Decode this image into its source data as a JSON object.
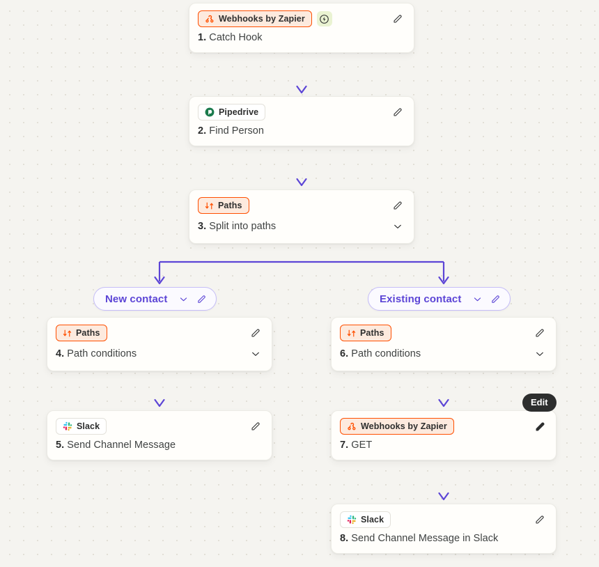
{
  "canvas": {
    "background_color": "#f5f4f0",
    "dot_color": "#dedbd2",
    "connector_color": "#5c45d6",
    "connector_color_light": "#c5bdf7"
  },
  "steps": [
    {
      "id": "step-1",
      "number": "1.",
      "title": "Catch Hook",
      "app": "Webhooks by Zapier",
      "app_icon": "webhooks-icon",
      "chip_style": "orange",
      "is_trigger": true,
      "trigger_icon": "bolt-badge-icon",
      "has_chevron": false,
      "edit_icon": "pencil-icon"
    },
    {
      "id": "step-2",
      "number": "2.",
      "title": "Find Person",
      "app": "Pipedrive",
      "app_icon": "pipedrive-icon",
      "chip_style": "plain",
      "is_trigger": false,
      "has_chevron": false,
      "edit_icon": "pencil-icon"
    },
    {
      "id": "step-3",
      "number": "3.",
      "title": "Split into paths",
      "app": "Paths",
      "app_icon": "paths-icon",
      "chip_style": "orange",
      "is_trigger": false,
      "has_chevron": true,
      "edit_icon": "pencil-icon"
    },
    {
      "id": "step-4",
      "number": "4.",
      "title": "Path conditions",
      "app": "Paths",
      "app_icon": "paths-icon",
      "chip_style": "orange",
      "is_trigger": false,
      "has_chevron": true,
      "edit_icon": "pencil-icon"
    },
    {
      "id": "step-5",
      "number": "5.",
      "title": "Send Channel Message",
      "app": "Slack",
      "app_icon": "slack-icon",
      "chip_style": "plain",
      "is_trigger": false,
      "has_chevron": false,
      "edit_icon": "pencil-icon"
    },
    {
      "id": "step-6",
      "number": "6.",
      "title": "Path conditions",
      "app": "Paths",
      "app_icon": "paths-icon",
      "chip_style": "orange",
      "is_trigger": false,
      "has_chevron": true,
      "edit_icon": "pencil-icon"
    },
    {
      "id": "step-7",
      "number": "7.",
      "title": "GET",
      "app": "Webhooks by Zapier",
      "app_icon": "webhooks-icon",
      "chip_style": "orange",
      "is_trigger": false,
      "has_chevron": false,
      "edit_icon": "pencil-icon-filled"
    },
    {
      "id": "step-8",
      "number": "8.",
      "title": "Send Channel Message in Slack",
      "app": "Slack",
      "app_icon": "slack-icon",
      "chip_style": "plain",
      "is_trigger": false,
      "has_chevron": false,
      "edit_icon": "pencil-icon"
    }
  ],
  "paths": [
    {
      "id": "path-a",
      "label": "New contact",
      "chevron_icon": "chevron-down-icon",
      "edit_icon": "pencil-icon"
    },
    {
      "id": "path-b",
      "label": "Existing contact",
      "chevron_icon": "chevron-down-icon",
      "edit_icon": "pencil-icon"
    }
  ],
  "tooltip": {
    "label": "Edit"
  }
}
